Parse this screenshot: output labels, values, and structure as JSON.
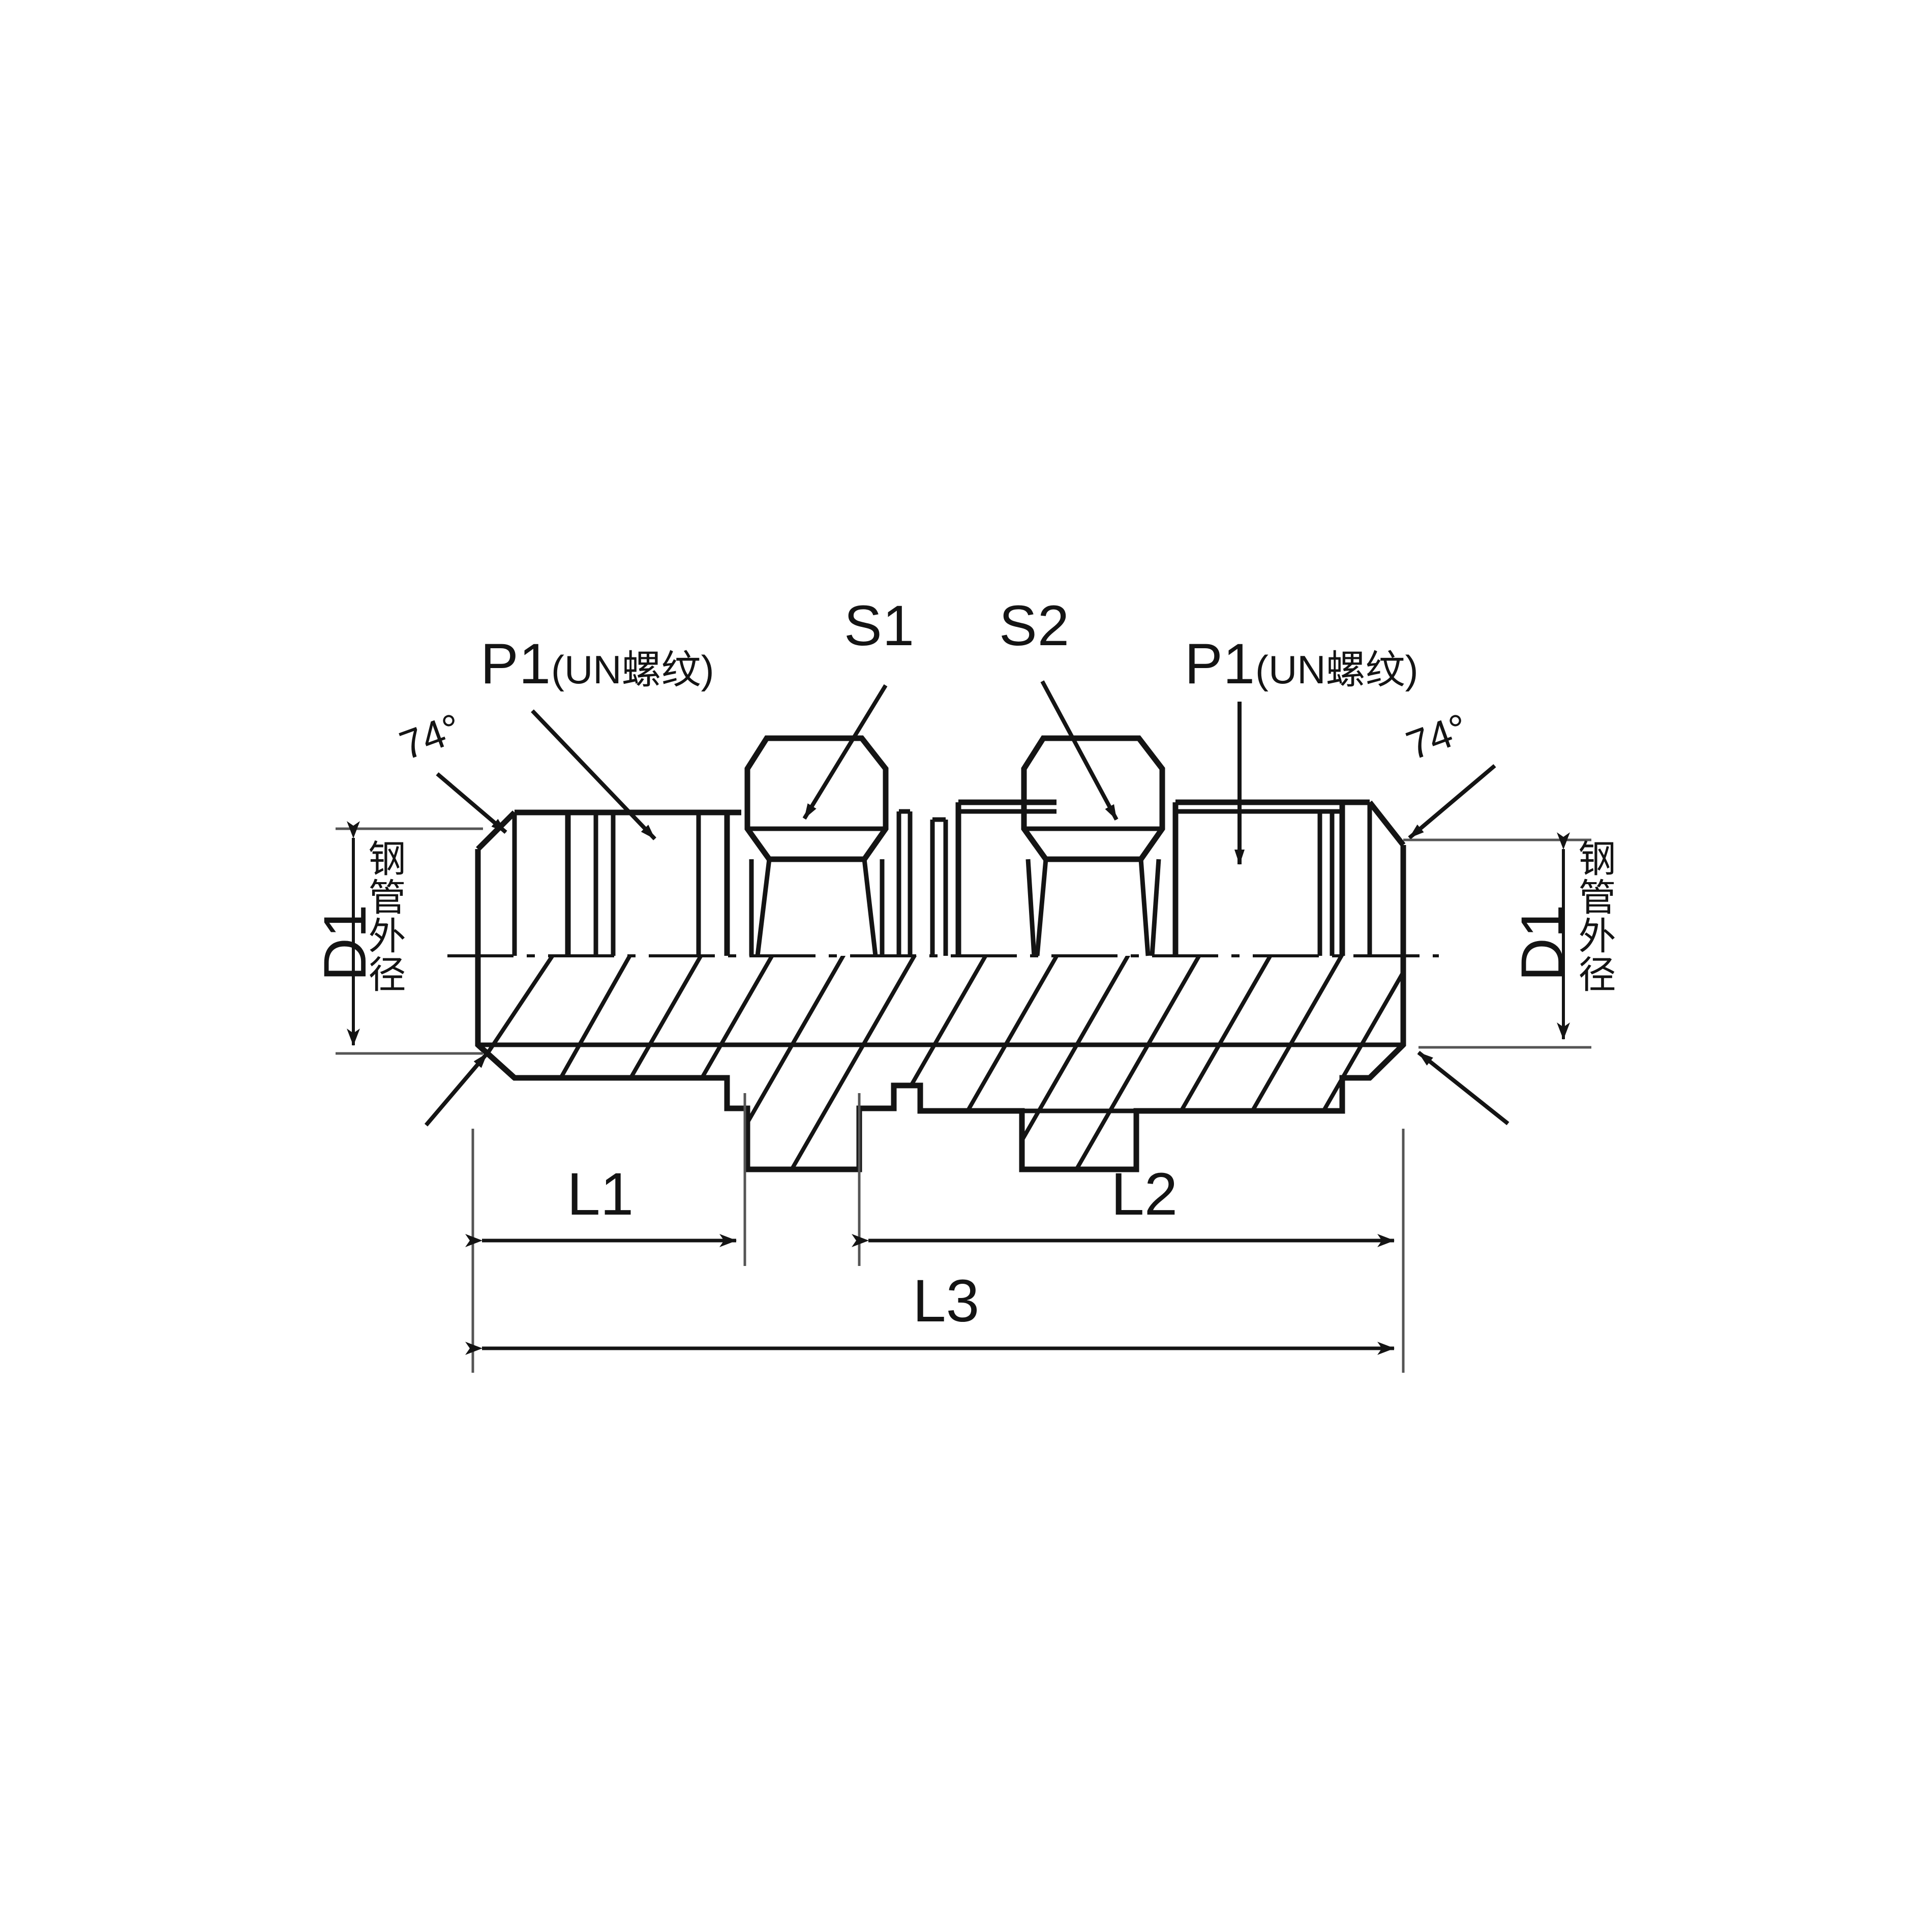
{
  "drawing": {
    "title": "74° JIC male to male union hydraulic fitting cross-section drawing",
    "kind": "engineering-cross-section",
    "line_color": "#141414",
    "thin_line_color": "#555555",
    "background": "#ffffff"
  },
  "annotations": {
    "thread_left": {
      "code": "P1",
      "note": "(UN螺纹)"
    },
    "thread_right": {
      "code": "P1",
      "note": "(UN螺纹)"
    },
    "hex_left": "S1",
    "hex_right": "S2",
    "angle_left": "74°",
    "angle_right": "74°"
  },
  "dimensions": {
    "diameter_left": {
      "symbol": "D1",
      "description": "钢管外径"
    },
    "diameter_right": {
      "symbol": "D1",
      "description": "钢管外径"
    },
    "length_1": "L1",
    "length_2": "L2",
    "length_3": "L3"
  }
}
